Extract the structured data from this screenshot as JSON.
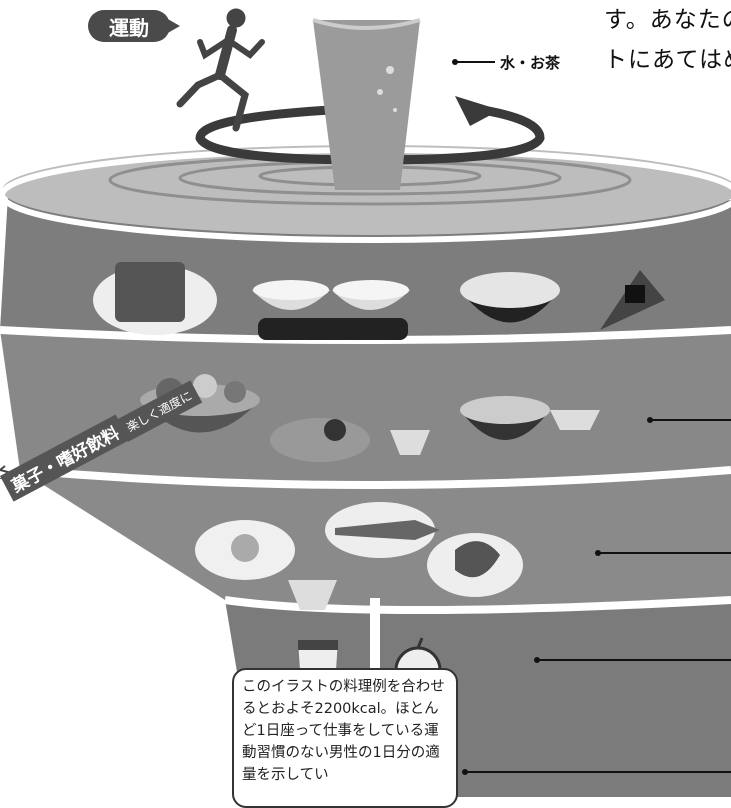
{
  "top_text": {
    "line1": "す。あなたの",
    "line2": "トにあてはめ"
  },
  "exercise_label": "運動",
  "water_label": "水・お茶",
  "sweets_label": "菓子・嗜好飲料",
  "sweets_sub": "楽しく適度に",
  "bubble_text": "このイラストの料理例を合わせるとおよそ2200kcal。ほとんど1日座って仕事をしている運動習慣のない男性の1日分の適量を示してい",
  "icons": [
    "runner-icon",
    "water-glass-icon",
    "rotation-arrow-icon",
    "bread-icon",
    "rice-bowl-icon",
    "noodle-bowl-icon",
    "onigiri-icon",
    "salad-bowl-icon",
    "soup-bowl-icon",
    "fried-egg-icon",
    "grilled-fish-icon",
    "milk-glass-icon",
    "cheese-icon",
    "apple-icon"
  ]
}
